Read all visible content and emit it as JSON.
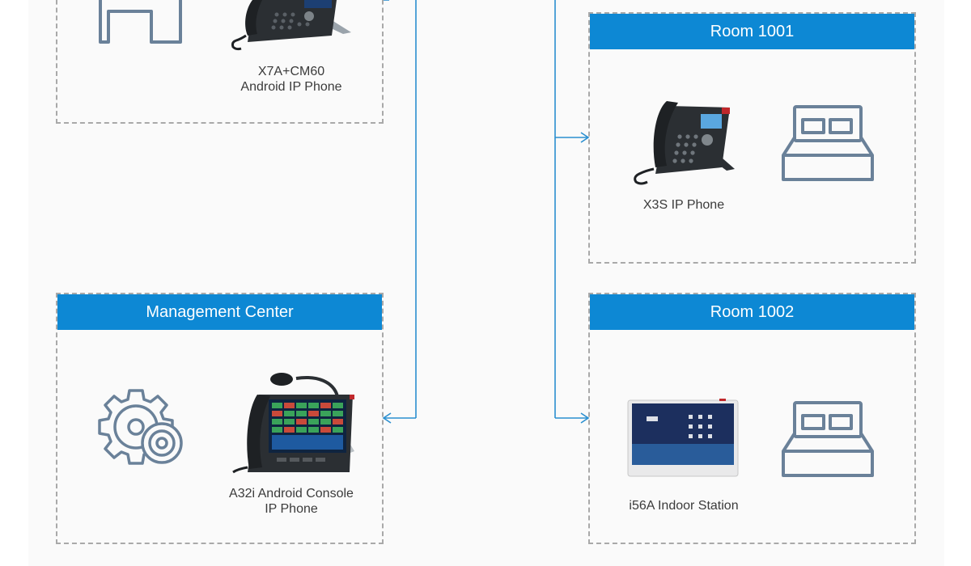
{
  "colors": {
    "header_blue": "#0d88d4",
    "line_blue": "#2a8fd0",
    "icon_steel": "#6a8199",
    "dashed_border": "#a9a9a9"
  },
  "top_left_box": {
    "device_caption_line1": "X7A+CM60",
    "device_caption_line2": "Android IP Phone",
    "icons": [
      "desk-icon",
      "ip-phone-image"
    ]
  },
  "management_center": {
    "title": "Management Center",
    "device_caption_line1": "A32i Android Console",
    "device_caption_line2": "IP Phone",
    "icons": [
      "gear-icon",
      "console-phone-image"
    ]
  },
  "room_1001": {
    "title": "Room 1001",
    "device_caption": "X3S IP Phone",
    "icons": [
      "ip-phone-image",
      "bed-icon"
    ]
  },
  "room_1002": {
    "title": "Room 1002",
    "device_caption": "i56A Indoor Station",
    "icons": [
      "indoor-station-image",
      "bed-icon"
    ]
  }
}
